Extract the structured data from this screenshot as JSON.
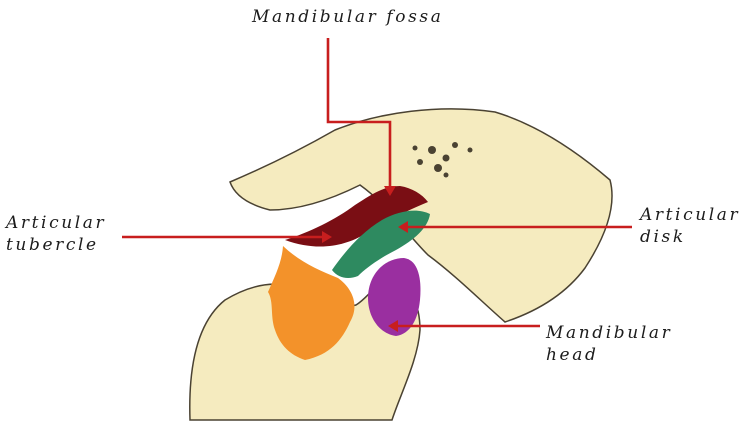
{
  "diagram": {
    "labels": {
      "mandibular_fossa": "Mandibular fossa",
      "articular_tubercle": [
        "Articular",
        "tubercle"
      ],
      "articular_disk": [
        "Articular",
        "disk"
      ],
      "mandibular_head": [
        "Mandibular",
        "head"
      ]
    },
    "colors": {
      "bone": "#f5ebbf",
      "bone_outline": "#4a4232",
      "tubercle": "#7a0e14",
      "disk": "#2e8a60",
      "head": "#9a2fa0",
      "condyle_process": "#f3922a",
      "pointer": "#c81e1e",
      "text": "#1c1c1c"
    }
  }
}
